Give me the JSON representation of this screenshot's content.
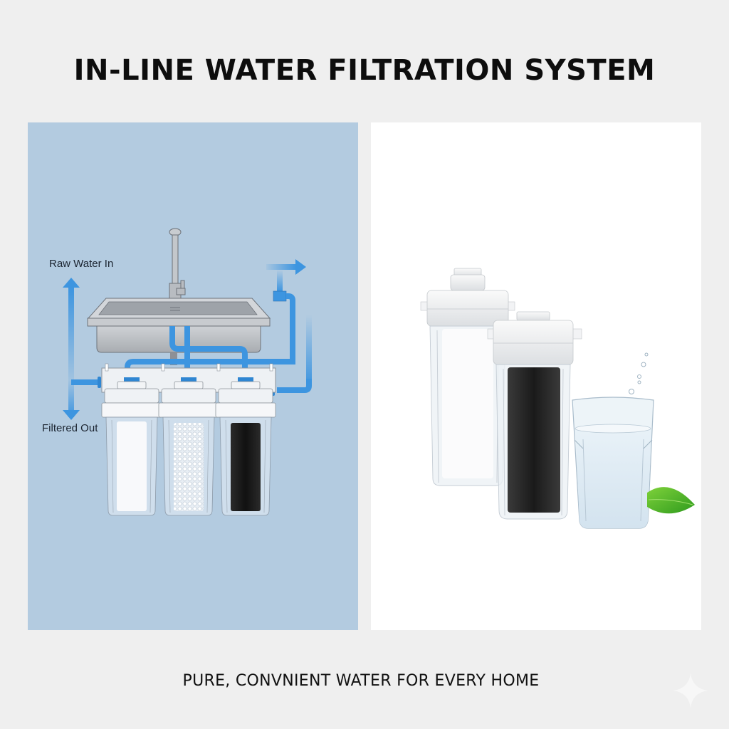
{
  "header": {
    "title": "IN-LINE WATER FILTRATION SYSTEM"
  },
  "diagram_panel": {
    "background": "#b3cbe0",
    "pipe_color": "#3d95e0",
    "labels": {
      "inlet": "Raw Water In",
      "outlet": "Filtered Out"
    },
    "components": [
      "faucet",
      "sink",
      "filter-housing-sediment",
      "filter-housing-ceramic",
      "filter-housing-carbon"
    ]
  },
  "product_panel": {
    "background": "#ffffff",
    "items": [
      "white-filter-housing",
      "carbon-filter-housing",
      "glass-of-water",
      "green-leaf"
    ]
  },
  "footer": {
    "tagline": "PURE, CONVNIENT WATER FOR EVERY HOME"
  },
  "watermark": {
    "icon": "sparkle-icon"
  }
}
